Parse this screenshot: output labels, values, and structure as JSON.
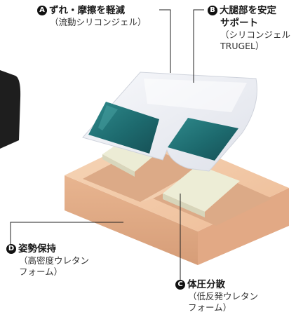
{
  "labels": {
    "a": {
      "badge": "A",
      "title": "ずれ・摩擦を軽減",
      "sub": [
        "（流動シリコンジェル）"
      ]
    },
    "b": {
      "badge": "B",
      "title": "大腿部を安定",
      "title2": "サポート",
      "sub": [
        "（シリコンジェル",
        "TRUGEL）"
      ]
    },
    "c": {
      "badge": "C",
      "title": "体圧分散",
      "sub": [
        "（低反発ウレタン",
        "フォーム）"
      ]
    },
    "d": {
      "badge": "D",
      "title": "姿勢保持",
      "sub": [
        "（高密度ウレタン",
        "フォーム）"
      ]
    }
  },
  "colors": {
    "base_foam": "#f0c9a6",
    "base_foam_shade": "#dba684",
    "insert_foam": "#eeeed8",
    "gel_teal": "#1e6e72",
    "cover_film": "#eef0f5",
    "leader_line": "#222222"
  }
}
